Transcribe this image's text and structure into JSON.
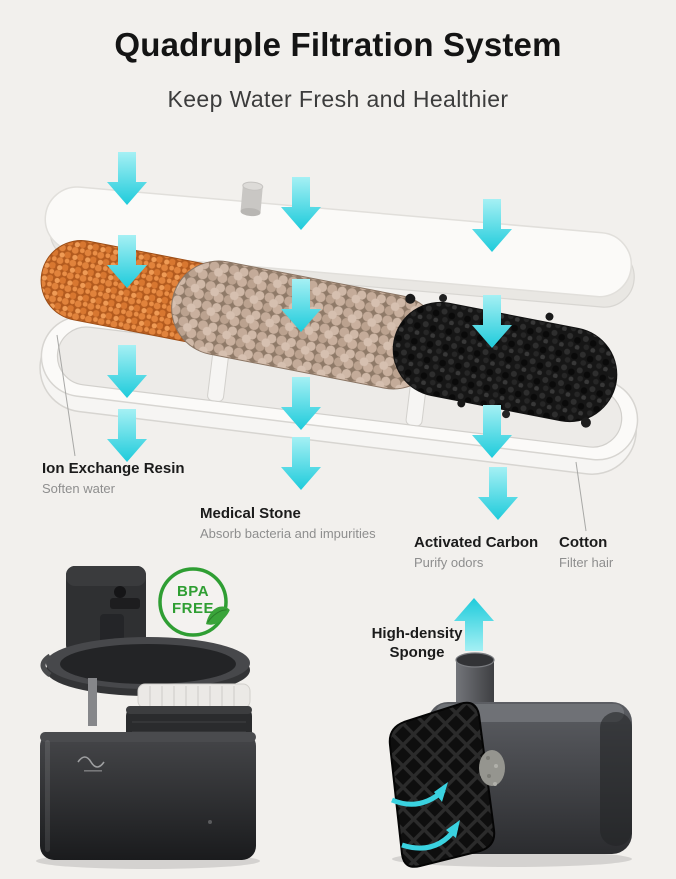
{
  "page": {
    "background": "#f2f0ed",
    "accent": "#2fd0de"
  },
  "header": {
    "title": "Quadruple Filtration System",
    "subtitle": "Keep Water Fresh and Healthier"
  },
  "diagram": {
    "labels": [
      {
        "name": "Ion Exchange Resin",
        "desc": "Soften water"
      },
      {
        "name": "Medical Stone",
        "desc": "Absorb bacteria and impurities"
      },
      {
        "name": "Activated Carbon",
        "desc": "Purify odors"
      },
      {
        "name": "Cotton",
        "desc": "Filter hair"
      }
    ],
    "layer_colors": {
      "resin": "#de813c",
      "stone": "#c7ae9c",
      "carbon": "#1d1d1d",
      "cotton": "#f8f7f5"
    }
  },
  "badges": {
    "bpa_free": {
      "line1": "BPA",
      "line2": "FREE",
      "color": "#2f9e33"
    }
  },
  "pump": {
    "label_line1": "High-density",
    "label_line2": "Sponge"
  }
}
